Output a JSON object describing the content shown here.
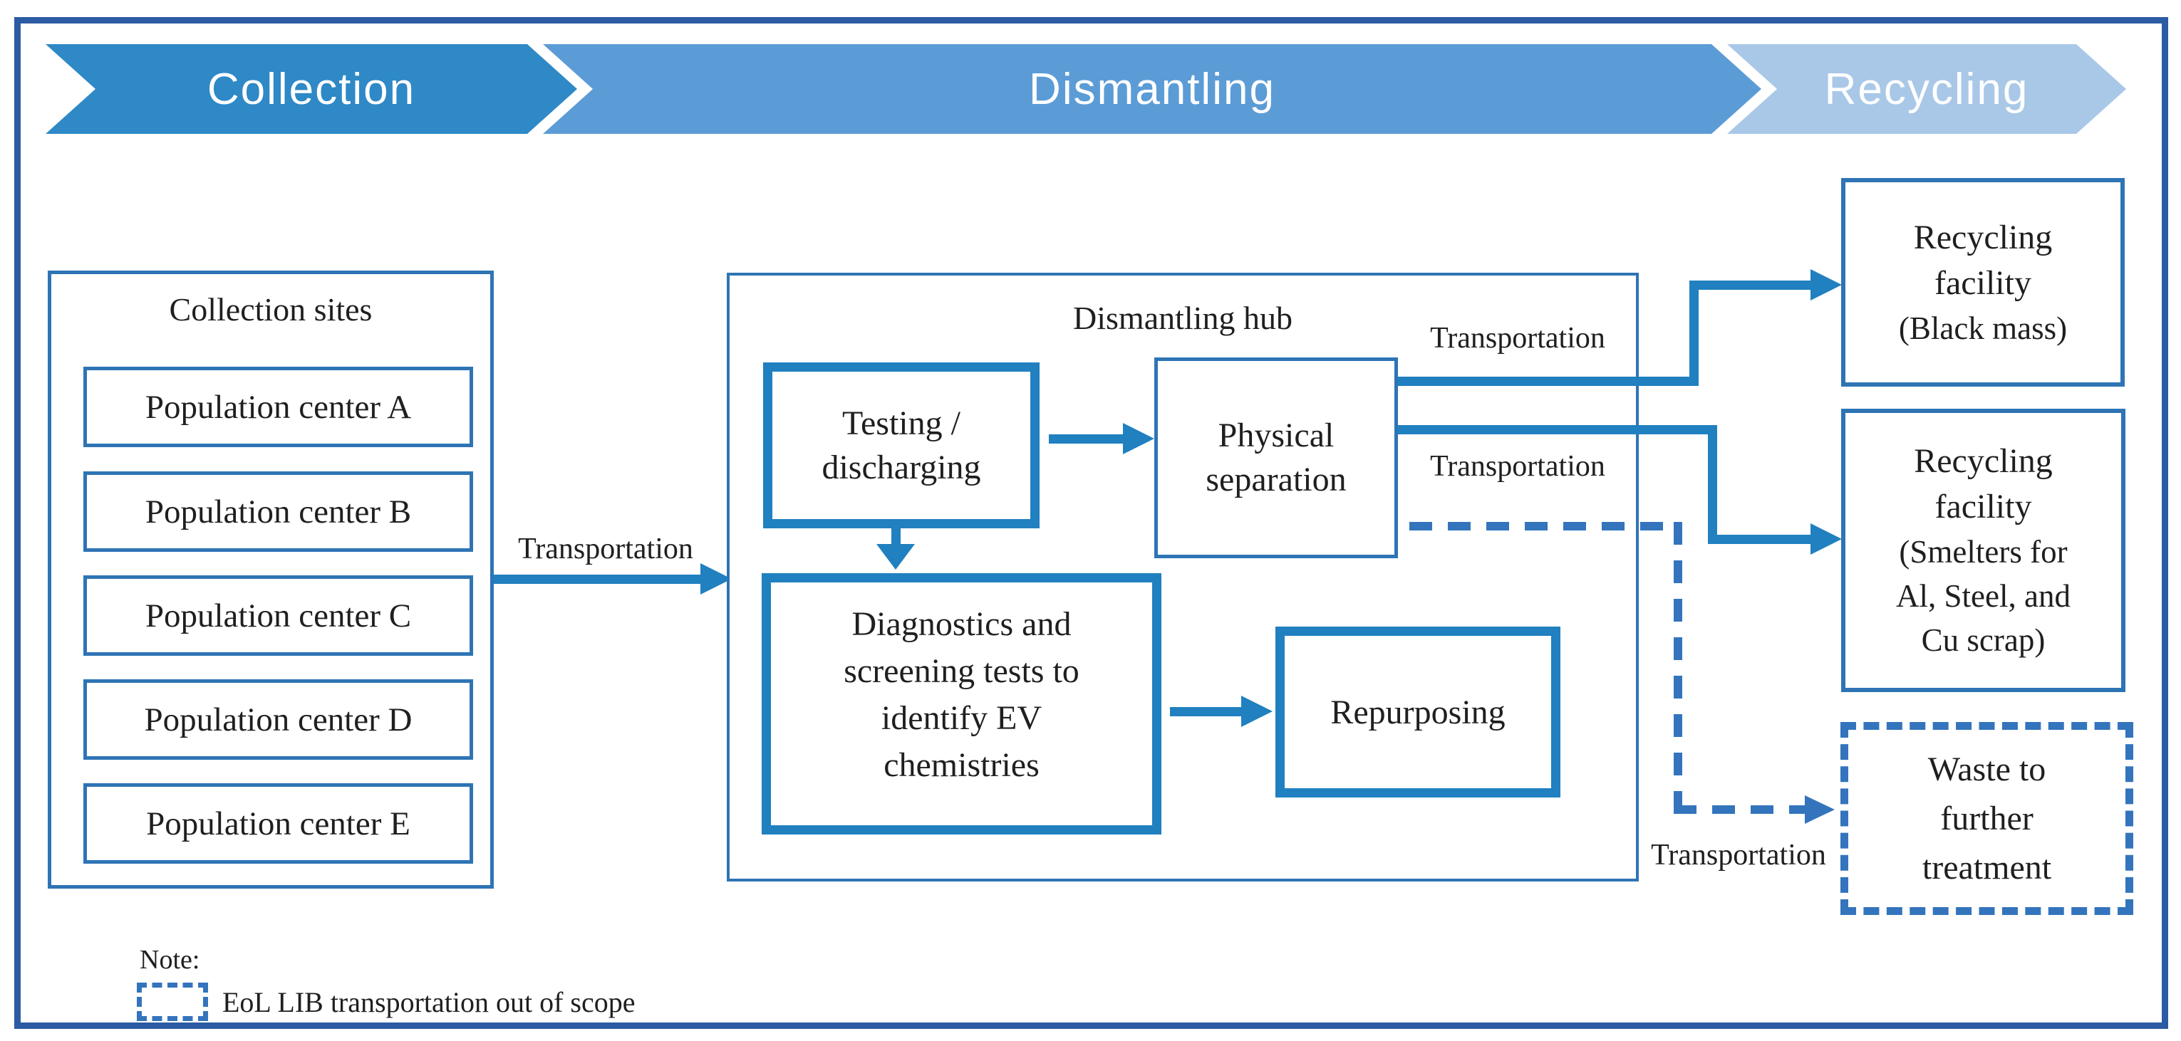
{
  "banner": {
    "stages": [
      {
        "label": "Collection"
      },
      {
        "label": "Dismantling"
      },
      {
        "label": "Recycling"
      }
    ]
  },
  "collection": {
    "title": "Collection sites",
    "sites": [
      "Population center A",
      "Population center B",
      "Population center C",
      "Population center D",
      "Population center E"
    ]
  },
  "labels": {
    "transportation": "Transportation"
  },
  "hub": {
    "title": "Dismantling hub",
    "testing": "Testing /\ndischarging",
    "physical_separation": "Physical\nseparation",
    "diagnostics": "Diagnostics and\nscreening tests to\nidentify EV\nchemistries",
    "repurposing": "Repurposing"
  },
  "recycling": {
    "black_mass": {
      "title": "Recycling\nfacility",
      "subtitle": "(Black mass)"
    },
    "smelters": {
      "title": "Recycling\nfacility",
      "subtitle": "(Smelters for\nAl, Steel, and\nCu scrap)"
    },
    "waste": "Waste to\nfurther\ntreatment"
  },
  "note": {
    "label": "Note:",
    "legend": "EoL LIB transportation out of scope"
  },
  "colors": {
    "frame": "#2B5BA3",
    "box_border": "#2E74B5",
    "thick": "#2080C0",
    "dashed": "#3374BD",
    "chevron_collection": "#2E89C6",
    "chevron_dismantling": "#5C9CD6",
    "chevron_recycling": "#A9C8E8",
    "chevron_text": "#FFFFFF",
    "text": "#1F1F1F"
  }
}
